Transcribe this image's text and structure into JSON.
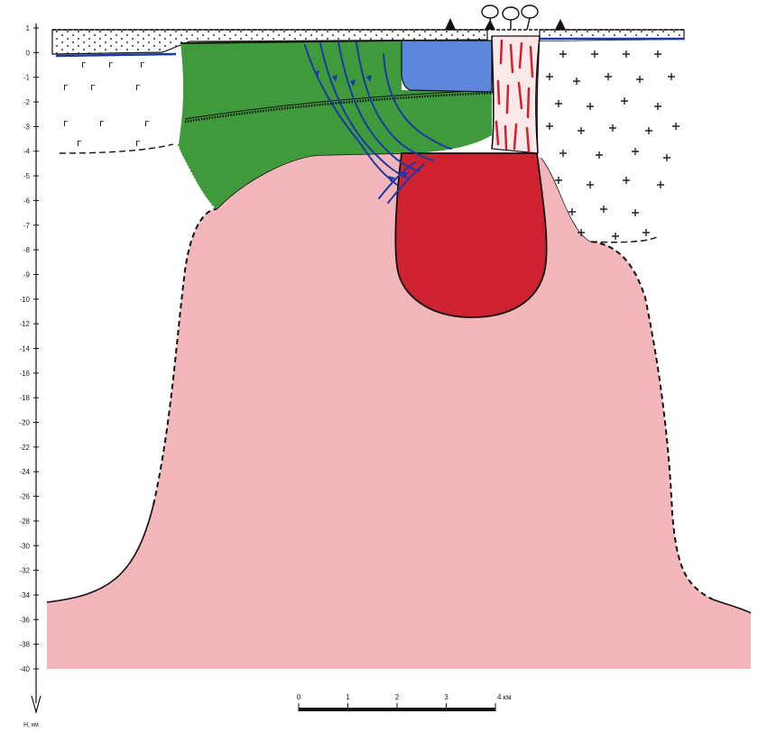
{
  "depth_axis": {
    "title": "H, км",
    "tick_labels": [
      "1",
      "0",
      "-1",
      "-2",
      "-3",
      "-4",
      "-5",
      "-6",
      "-7",
      "-8",
      "-9",
      "-10",
      "-12",
      "-14",
      "-16",
      "-18",
      "-20",
      "-22",
      "-24",
      "-26",
      "-28",
      "-30",
      "-32",
      "-34",
      "-36",
      "-38",
      "-40"
    ]
  },
  "scale_bar": {
    "labels": [
      "0",
      "1",
      "2",
      "3",
      "4 км"
    ]
  },
  "colors": {
    "pink_body": "#f3b6bb",
    "red_chamber": "#cf2230",
    "green_layer": "#3f9a3c",
    "blue_reservoir": "#5b86d9",
    "flow_lines": "#1c39a8",
    "conduit_red": "#d4202c",
    "outline": "#111111"
  }
}
